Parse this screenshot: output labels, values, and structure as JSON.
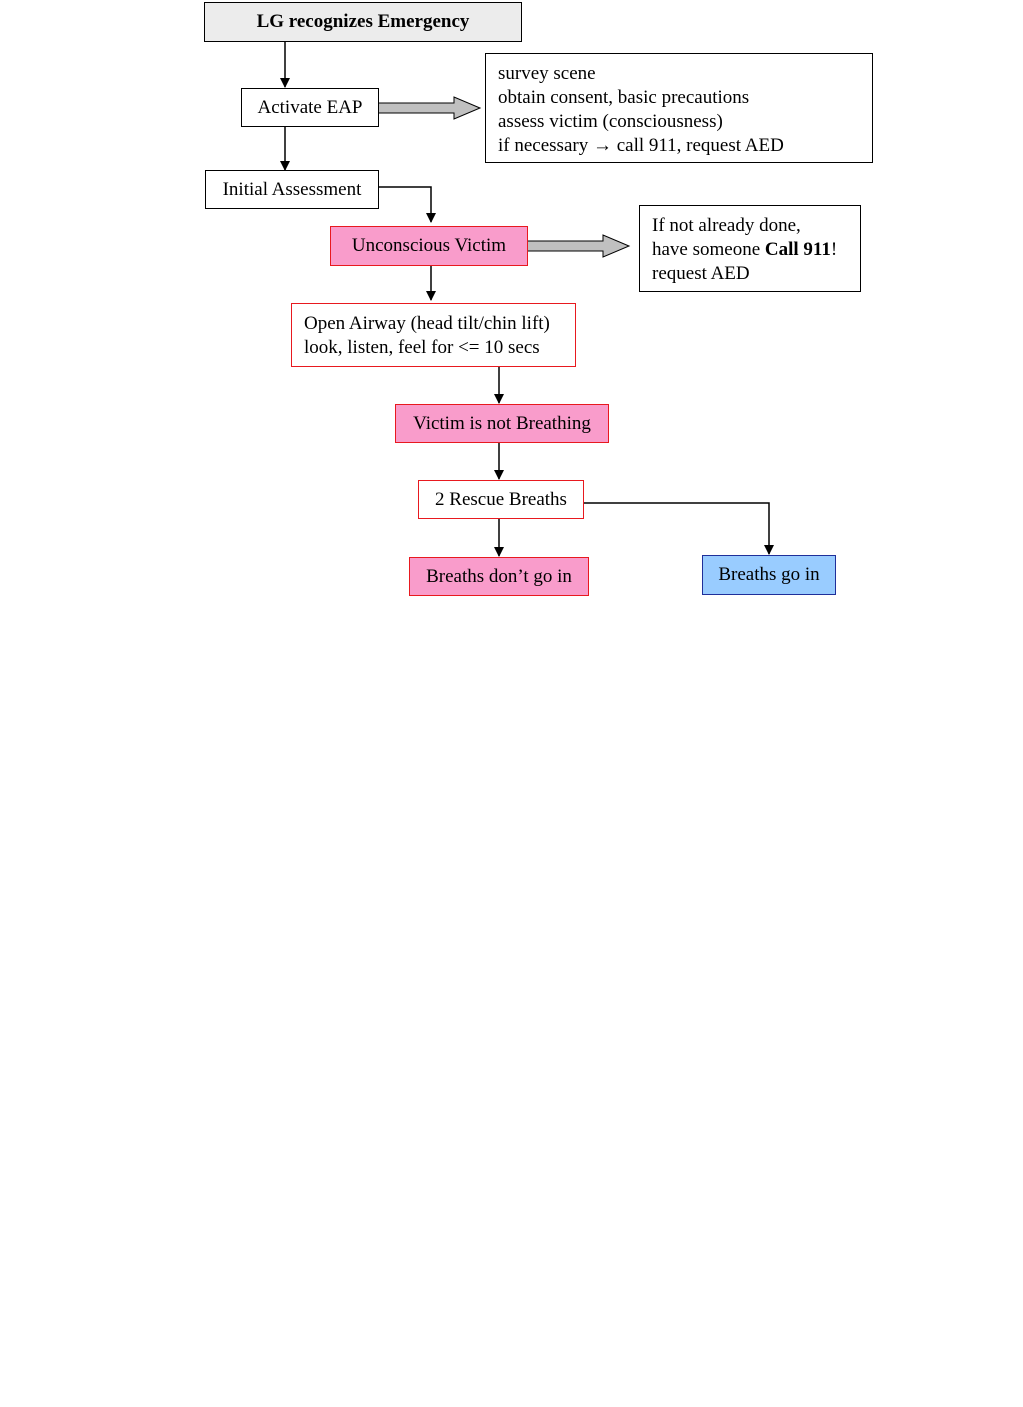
{
  "diagram": {
    "nodes": {
      "start": "LG recognizes Emergency",
      "activate_eap": "Activate EAP",
      "eap_steps": [
        "survey scene",
        "obtain consent,  basic precautions",
        "assess victim  (consciousness)",
        "if necessary → call 911,  request AED"
      ],
      "initial_assessment": "Initial Assessment",
      "unconscious_victim": "Unconscious Victim",
      "call_note": {
        "line1": "If not already done,",
        "line2_prefix": "have someone ",
        "line2_bold": "Call 911",
        "line2_suffix": "!",
        "line3": "request AED"
      },
      "open_airway": [
        "Open Airway (head tilt/chin lift)",
        "look, listen, feel for <= 10 secs"
      ],
      "not_breathing": "Victim is not Breathing",
      "rescue_breaths": "2 Rescue Breaths",
      "breaths_dont_go_in": "Breaths don’t go in",
      "breaths_go_in": "Breaths go in"
    },
    "colors": {
      "start_fill": "#ececec",
      "alert_fill": "#f99ccb",
      "alert_border": "#e8191f",
      "success_fill": "#99ccff",
      "success_border": "#1f2f9a",
      "block_arrow_fill": "#c0c0c0"
    }
  }
}
